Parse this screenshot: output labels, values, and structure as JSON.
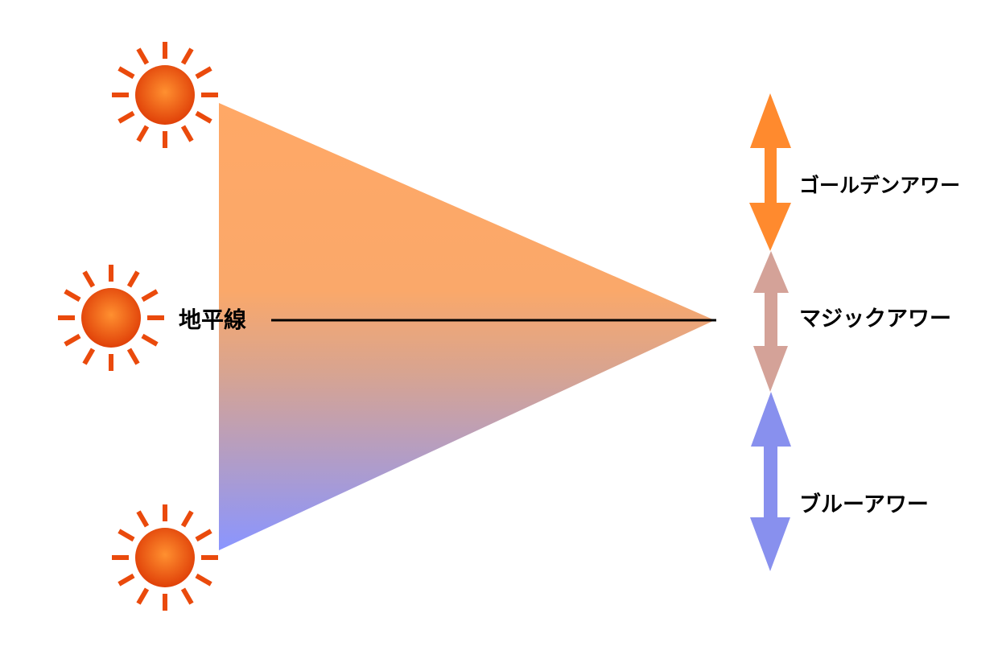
{
  "horizon_label": "地平線",
  "bands": [
    {
      "label": "ゴールデンアワー",
      "color": "#FF8A2E"
    },
    {
      "label": "マジックアワー",
      "color": "#D4A298"
    },
    {
      "label": "ブルーアワー",
      "color": "#8890EE"
    }
  ],
  "colors": {
    "triangle_top": "#FFA866",
    "triangle_bottom": "#8A95FF",
    "sun": "#F05A10",
    "sun_center": "#FF9030"
  },
  "suns": [
    "sun-above-horizon",
    "sun-at-horizon",
    "sun-below-horizon"
  ]
}
